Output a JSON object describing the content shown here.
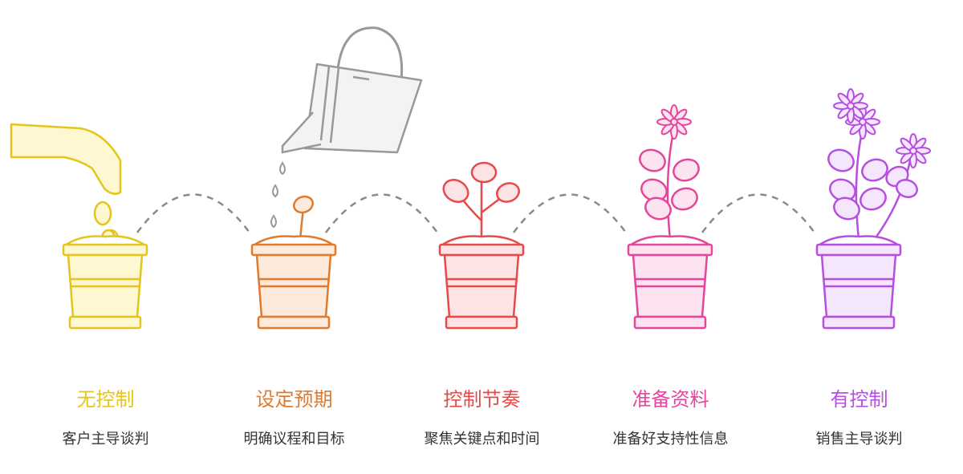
{
  "steps": [
    {
      "title": "无控制",
      "subtitle": "客户主导谈判",
      "color": "#e3c51c",
      "fill": "#fdf7d2"
    },
    {
      "title": "设定预期",
      "subtitle": "明确议程和目标",
      "color": "#e07a2c",
      "fill": "#fdeadb"
    },
    {
      "title": "控制节奏",
      "subtitle": "聚焦关键点和时间",
      "color": "#e64a4a",
      "fill": "#fde3e3"
    },
    {
      "title": "准备资料",
      "subtitle": "准备好支持性信息",
      "color": "#e2479b",
      "fill": "#fde3f0"
    },
    {
      "title": "有控制",
      "subtitle": "销售主导谈判",
      "color": "#b64fe0",
      "fill": "#f4e6fc"
    }
  ]
}
